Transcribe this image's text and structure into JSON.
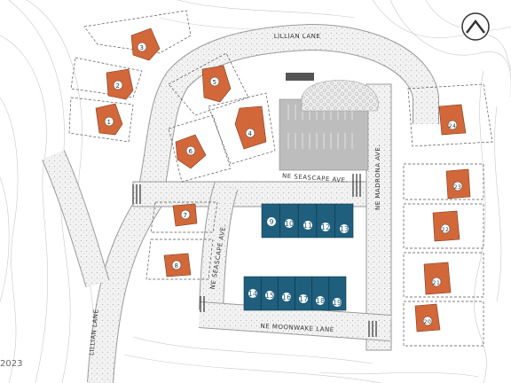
{
  "streets": {
    "lillian_lane_top": "LILLIAN LANE",
    "lillian_lane_left": "LILLIAN LANE",
    "seascape_ave_top": "NE SEASCAPE AVE.",
    "seascape_ave_side": "NE SEASCAPE AVE.",
    "madrona_ave": "NE MADRONA AVE.",
    "moonwake_lane": "NE MOONWAKE LANE"
  },
  "homes": [
    {
      "label": "1"
    },
    {
      "label": "2"
    },
    {
      "label": "3"
    },
    {
      "label": "4"
    },
    {
      "label": "5"
    },
    {
      "label": "6"
    },
    {
      "label": "7"
    },
    {
      "label": "8"
    },
    {
      "label": "20"
    },
    {
      "label": "21"
    },
    {
      "label": "22"
    },
    {
      "label": "23"
    },
    {
      "label": "24"
    }
  ],
  "townhomes_north": [
    "9",
    "10",
    "11",
    "12",
    "13"
  ],
  "townhomes_south": [
    "14",
    "15",
    "16",
    "17",
    "18",
    "19"
  ],
  "copyright": "2023",
  "colors": {
    "home": "#d2673a",
    "townhome": "#1f5f7d",
    "road": "#eeeeee",
    "parking": "#bdbdbd"
  }
}
